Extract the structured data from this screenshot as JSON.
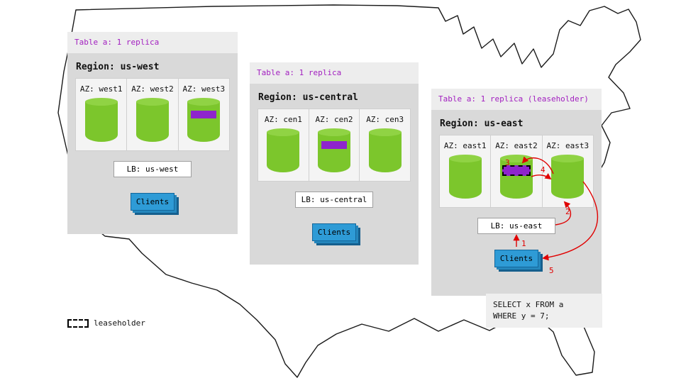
{
  "regions": [
    {
      "table_label": "Table a: 1 replica",
      "region_label": "Region: us-west",
      "azs": [
        {
          "label": "AZ: west1",
          "replica": false,
          "leaseholder": false
        },
        {
          "label": "AZ: west2",
          "replica": false,
          "leaseholder": false
        },
        {
          "label": "AZ: west3",
          "replica": true,
          "leaseholder": false
        }
      ],
      "lb_label": "LB: us-west",
      "clients_label": "Clients"
    },
    {
      "table_label": "Table a: 1 replica",
      "region_label": "Region: us-central",
      "azs": [
        {
          "label": "AZ: cen1",
          "replica": false,
          "leaseholder": false
        },
        {
          "label": "AZ: cen2",
          "replica": true,
          "leaseholder": false
        },
        {
          "label": "AZ: cen3",
          "replica": false,
          "leaseholder": false
        }
      ],
      "lb_label": "LB: us-central",
      "clients_label": "Clients"
    },
    {
      "table_label": "Table a: 1 replica (leaseholder)",
      "region_label": "Region: us-east",
      "azs": [
        {
          "label": "AZ: east1",
          "replica": false,
          "leaseholder": false
        },
        {
          "label": "AZ: east2",
          "replica": true,
          "leaseholder": true
        },
        {
          "label": "AZ: east3",
          "replica": false,
          "leaseholder": false
        }
      ],
      "lb_label": "LB: us-east",
      "clients_label": "Clients"
    }
  ],
  "query": {
    "line1": "SELECT x FROM a",
    "line2": "WHERE y = 7;"
  },
  "legend": {
    "label": "leaseholder"
  },
  "flow_steps": {
    "s1": "1",
    "s2": "2",
    "s3": "3",
    "s4": "4",
    "s5": "5"
  },
  "colors": {
    "replica": "#8e24cc",
    "table_label_text": "#a21fc0",
    "cylinder_green": "#7cc62c",
    "clients_blue": "#2e9bd6",
    "arrow_red": "#e00000",
    "panel_gray": "#d9d9d9"
  }
}
